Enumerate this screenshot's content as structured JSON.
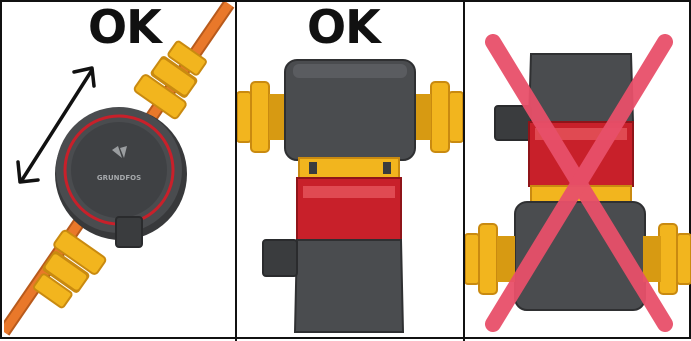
{
  "panels": [
    {
      "id": "diagonal",
      "label": "OK",
      "status": "correct"
    },
    {
      "id": "vertical-motor-up",
      "label": "OK",
      "status": "correct"
    },
    {
      "id": "vertical-motor-down",
      "label": "",
      "status": "incorrect"
    }
  ],
  "brand_text": "GRUNDFOS",
  "colors": {
    "pump_body": "#4a4c4f",
    "pump_red": "#c8202a",
    "fitting_gold": "#f2b51e",
    "pipe_orange": "#e9782a",
    "cross_pink": "#e8506a"
  },
  "icons": [
    "double-arrow-icon",
    "grundfos-logo-icon",
    "cross-out-icon"
  ]
}
